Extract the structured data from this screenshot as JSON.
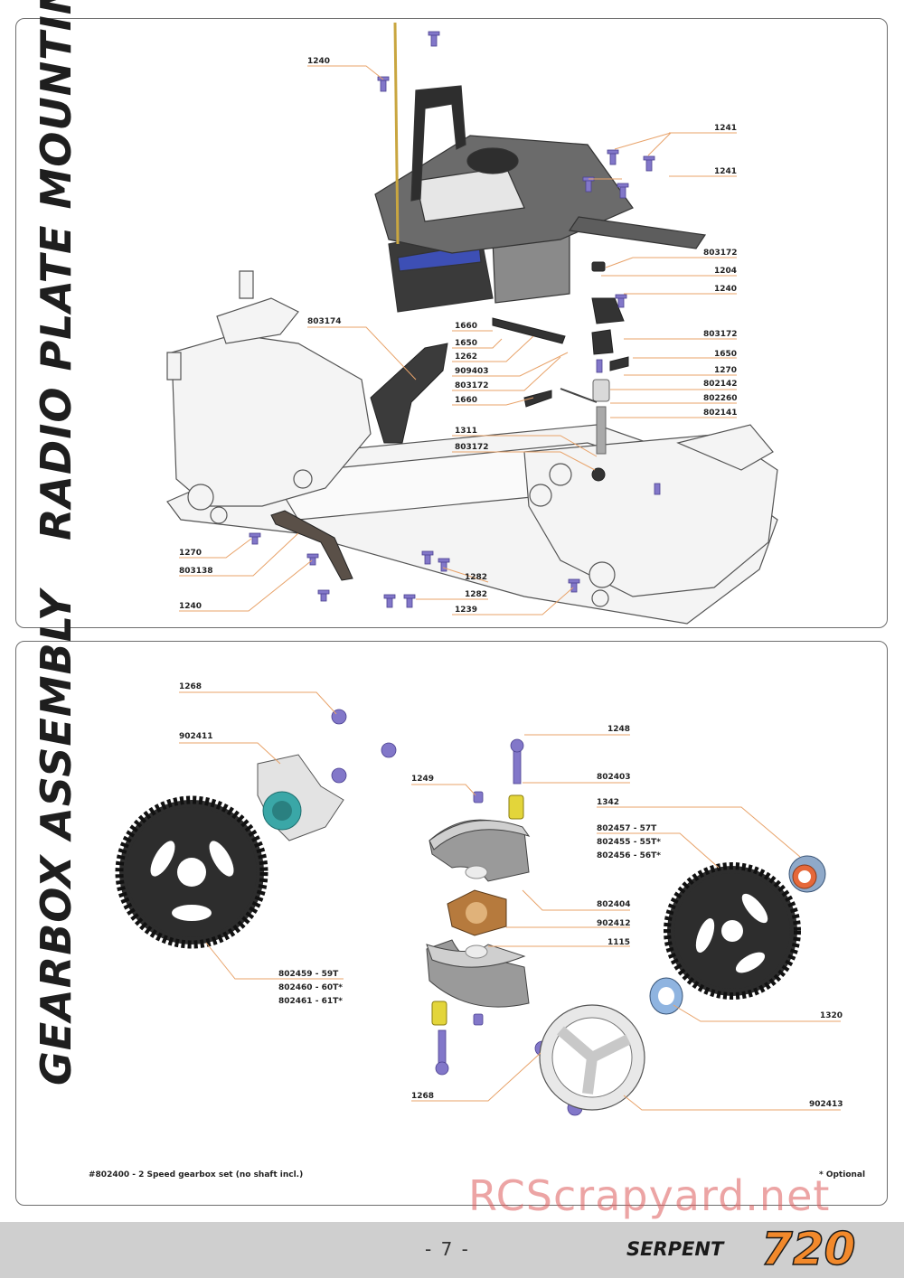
{
  "radio_plate": {
    "title": "RADIO PLATE MOUNTING",
    "labels": [
      "1240",
      "1241",
      "1241",
      "803172",
      "1204",
      "1240",
      "803174",
      "1660",
      "1650",
      "1262",
      "909403",
      "803172",
      "1660",
      "803172",
      "1650",
      "1270",
      "802142",
      "802260",
      "802141",
      "1311",
      "803172",
      "1270",
      "803138",
      "1240",
      "1282",
      "1282",
      "1239"
    ]
  },
  "gearbox": {
    "title": "GEARBOX ASSEMBLY",
    "labels": [
      "1268",
      "902411",
      "1248",
      "1249",
      "802403",
      "1342",
      "802457 - 57T",
      "802455 - 55T*",
      "802456 - 56T*",
      "802404",
      "902412",
      "1115",
      "802459 - 59T",
      "802460 - 60T*",
      "802461 - 61T*",
      "1320",
      "1268",
      "902413"
    ],
    "set_note": "#802400 - 2 Speed gearbox set (no shaft incl.)",
    "optional_note": "* Optional"
  },
  "footer": {
    "page_number": "- 7 -",
    "brand": "SERPENT",
    "model": "720",
    "watermark": "RCScrapyard.net"
  }
}
